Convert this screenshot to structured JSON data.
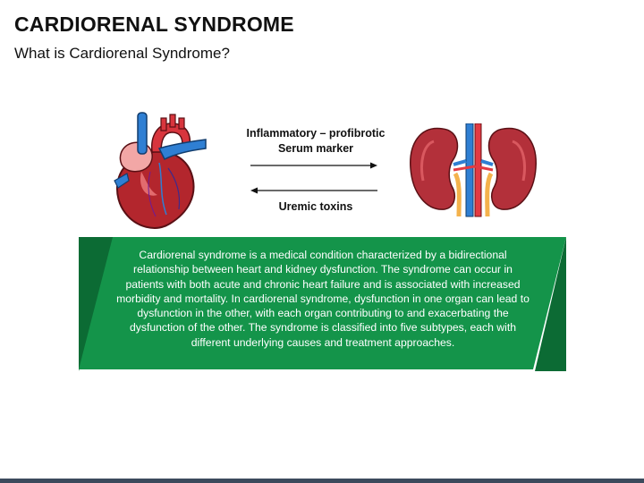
{
  "slide": {
    "title": "CARDIORENAL SYNDROME",
    "subtitle": "What is Cardiorenal Syndrome?"
  },
  "flow": {
    "top_label_line1": "Inflammatory – profibrotic",
    "top_label_line2": "Serum marker",
    "bottom_label": "Uremic toxins"
  },
  "description": "Cardiorenal syndrome is a medical condition characterized by a bidirectional relationship between heart and kidney dysfunction. The syndrome can occur in patients with both acute and chronic heart failure and is associated with increased morbidity and mortality. In cardiorenal syndrome, dysfunction in one organ can lead to dysfunction in the other, with each organ contributing to and exacerbating the dysfunction of the other. The syndrome is classified into five subtypes, each with different underlying causes and treatment approaches.",
  "colors": {
    "panel_green": "#14944a",
    "panel_dark_green": "#0c6b34",
    "heart_red": "#b3262d",
    "vein_blue": "#2f7fd3",
    "kidney_red": "#b3303a",
    "bottom_bar": "#3c4a5c"
  },
  "icons": {
    "heart": "heart-illustration",
    "kidneys": "kidneys-illustration",
    "arrow_right": "arrow-right-icon",
    "arrow_left": "arrow-left-icon"
  }
}
